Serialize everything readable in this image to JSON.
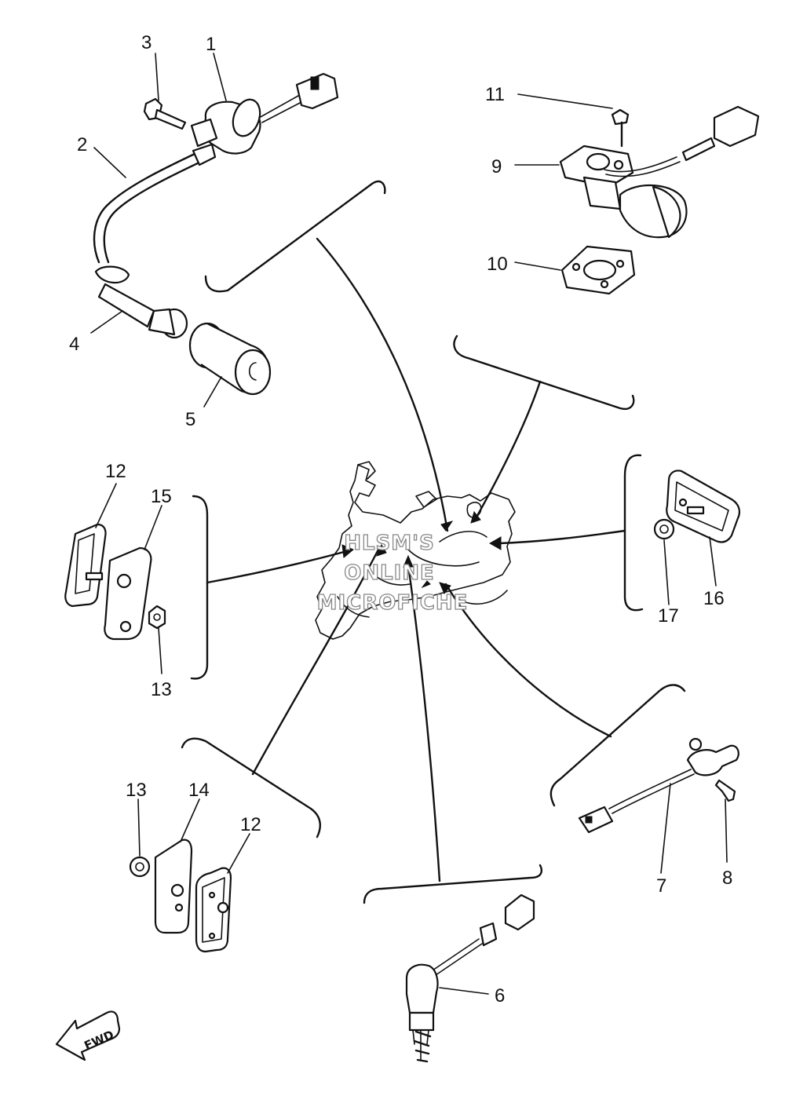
{
  "callouts": {
    "c1": "1",
    "c2": "2",
    "c3": "3",
    "c4": "4",
    "c5": "5",
    "c6": "6",
    "c7": "7",
    "c8": "8",
    "c9": "9",
    "c10": "10",
    "c11": "11",
    "c12a": "12",
    "c12b": "12",
    "c13a": "13",
    "c13b": "13",
    "c14": "14",
    "c15": "15",
    "c16": "16",
    "c17": "17"
  },
  "watermark": {
    "line1": "HLSM'S",
    "line2": "ONLINE",
    "line3": "MICROFICHE"
  },
  "fwd_label": "FWD"
}
